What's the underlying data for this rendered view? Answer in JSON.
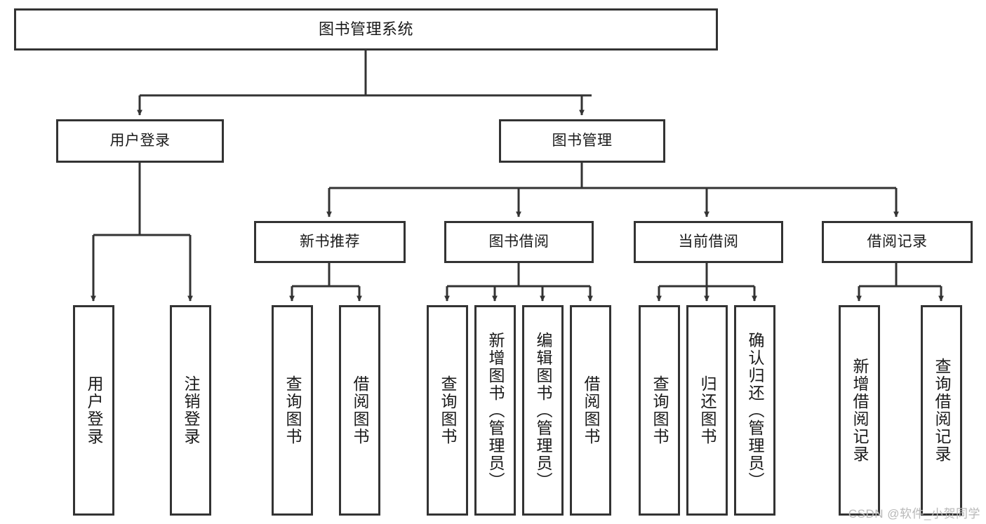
{
  "diagram": {
    "type": "tree",
    "title": "图书管理系统",
    "stroke_color": "#333333",
    "fill_color": "#ffffff"
  },
  "root": {
    "label": "图书管理系统"
  },
  "level2": [
    {
      "label": "用户登录"
    },
    {
      "label": "图书管理"
    }
  ],
  "level3": [
    {
      "label": "新书推荐"
    },
    {
      "label": "图书借阅"
    },
    {
      "label": "当前借阅"
    },
    {
      "label": "借阅记录"
    }
  ],
  "leaves": {
    "user_login": [
      {
        "label": "用户登录"
      },
      {
        "label": "注销登录"
      }
    ],
    "new_books": [
      {
        "label": "查询图书"
      },
      {
        "label": "借阅图书"
      }
    ],
    "book_borrow": [
      {
        "label": "查询图书"
      },
      {
        "label": "新增图书（管理员）"
      },
      {
        "label": "编辑图书（管理员）"
      },
      {
        "label": "借阅图书"
      }
    ],
    "current_borrow": [
      {
        "label": "查询图书"
      },
      {
        "label": "归还图书"
      },
      {
        "label": "确认归还（管理员）"
      }
    ],
    "borrow_records": [
      {
        "label": "新增借阅记录"
      },
      {
        "label": "查询借阅记录"
      }
    ]
  },
  "watermark": {
    "text": "CSDN @软件_小贺同学"
  }
}
